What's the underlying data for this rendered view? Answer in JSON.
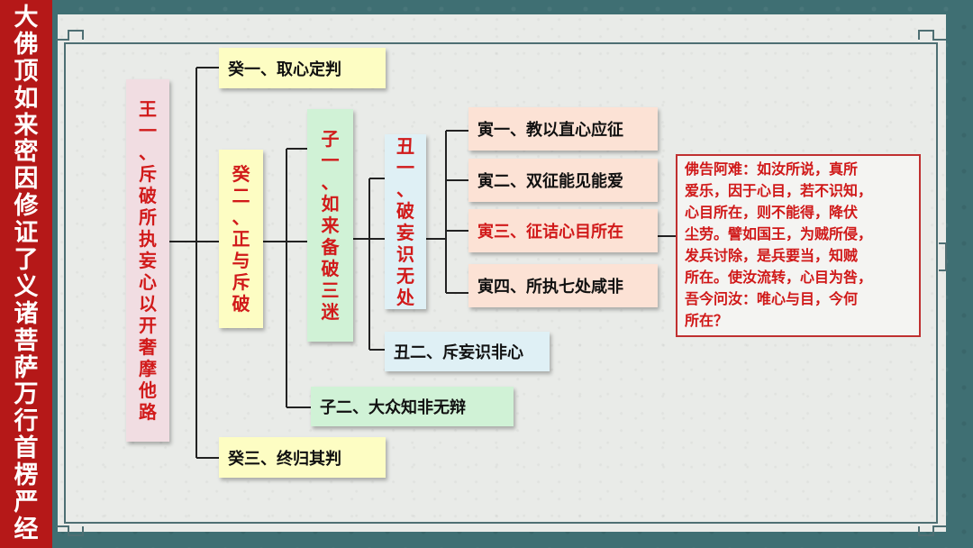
{
  "side_title": [
    "大",
    "佛",
    "顶",
    "如",
    "来",
    "密",
    "因",
    "修",
    "证",
    "了",
    "义",
    "诸",
    "菩",
    "萨",
    "万",
    "行",
    "首",
    "楞",
    "严",
    "经"
  ],
  "root": [
    "王",
    "一",
    "、",
    "斥",
    "破",
    "所",
    "执",
    "妄",
    "心",
    "以",
    "开",
    "奢",
    "摩",
    "他",
    "路"
  ],
  "gui1": "癸一、取心定判",
  "gui2": [
    "癸",
    "二",
    "、",
    "正",
    "与",
    "斥",
    "破"
  ],
  "gui3": "癸三、终归其判",
  "zi1": [
    "子",
    "一",
    "、",
    "如",
    "来",
    "备",
    "破",
    "三",
    "迷"
  ],
  "zi2": "子二、大众知非无辩",
  "chou1": [
    "丑",
    "一",
    "、",
    "破",
    "妄",
    "识",
    "无",
    "处"
  ],
  "chou2": "丑二、斥妄识非心",
  "yin1": "寅一、教以直心应征",
  "yin2": "寅二、双征能见能爱",
  "yin3": "寅三、征诘心目所在",
  "yin4": "寅四、所执七处咸非",
  "quote_lines": [
    "佛告阿难：如汝所说，真所",
    "爱乐，因于心目，若不识知，",
    "心目所在，则不能得，降伏",
    "尘劳。譬如国王，为贼所侵，",
    "发兵讨除，是兵要当，知贼",
    "所在。使汝流转，心目为咎，",
    "吾今问汝：唯心与目，今何",
    "所在？"
  ],
  "colors": {
    "side": "#b51818",
    "background": "#3f6f73",
    "paper": "#e9ebe8",
    "accent_red": "#d11a1a"
  }
}
